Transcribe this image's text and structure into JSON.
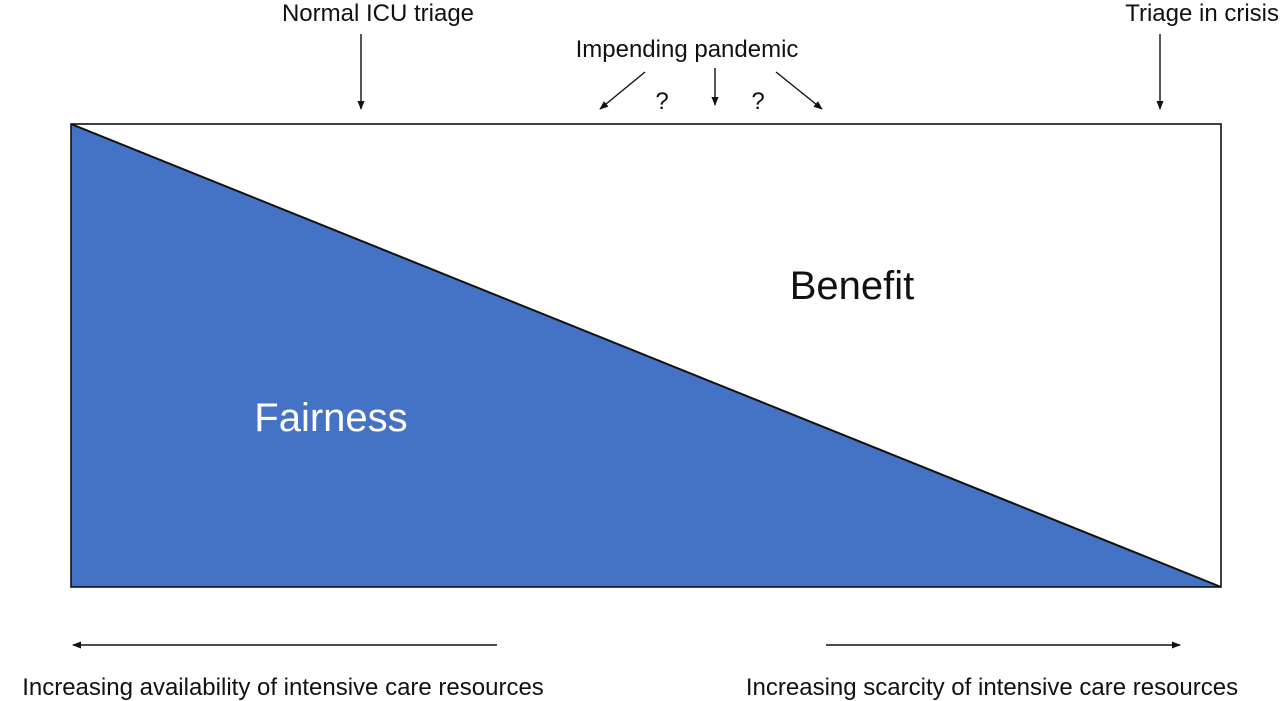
{
  "labels": {
    "normal_icu_triage": "Normal ICU triage",
    "impending_pandemic": "Impending pandemic",
    "question_left": "?",
    "question_right": "?",
    "triage_in_crisis": "Triage in crisis",
    "benefit": "Benefit",
    "fairness": "Fairness",
    "availability": "Increasing availability of intensive care resources",
    "scarcity": "Increasing scarcity of intensive care resources"
  },
  "colors": {
    "fairness_fill": "#4472c4",
    "benefit_fill": "#ffffff",
    "fairness_text": "#ffffff",
    "line": "#111111"
  }
}
